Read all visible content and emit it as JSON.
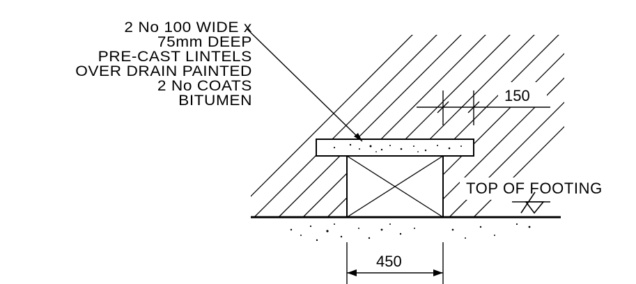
{
  "note": {
    "lines": [
      "2 No 100 WIDE x",
      "75mm DEEP",
      "PRE-CAST LINTELS",
      "OVER DRAIN PAINTED",
      "2 No COATS",
      "BITUMEN"
    ]
  },
  "dimensions": {
    "top_width": "150",
    "drain_width": "450"
  },
  "level_tag": "TOP OF FOOTING"
}
